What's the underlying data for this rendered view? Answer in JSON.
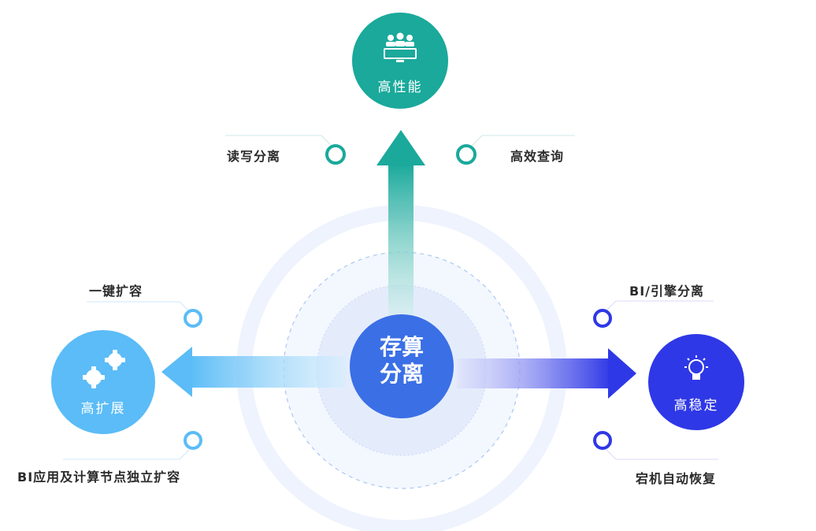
{
  "center": {
    "line1": "存算",
    "line2": "分离"
  },
  "nodes": {
    "top": {
      "label": "高性能",
      "icon": "users-monitor-icon",
      "color": "#1aa99b"
    },
    "left": {
      "label": "高扩展",
      "icon": "gears-icon",
      "color": "#5bbcf7"
    },
    "right": {
      "label": "高稳定",
      "icon": "lightbulb-gear-icon",
      "color": "#2f38e6"
    }
  },
  "features": {
    "top_left": "读写分离",
    "top_right": "高效查询",
    "left_top": "一键扩容",
    "left_bottom": "BI应用及计算节点独立扩容",
    "right_top": "BI/引擎分离",
    "right_bottom": "宕机自动恢复"
  },
  "colors": {
    "teal": "#1aa99b",
    "sky": "#5bbcf7",
    "indigo": "#2f38e6",
    "center": "#3a6fe6"
  }
}
